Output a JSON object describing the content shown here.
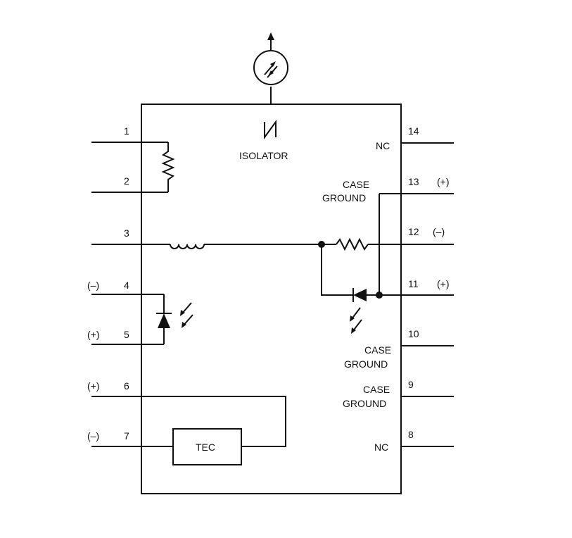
{
  "pins": [
    {
      "number": "1"
    },
    {
      "number": "2"
    },
    {
      "number": "3"
    },
    {
      "number": "4",
      "polarity": "(–)"
    },
    {
      "number": "5",
      "polarity": "(+)"
    },
    {
      "number": "6",
      "polarity": "(+)"
    },
    {
      "number": "7",
      "polarity": "(–)"
    },
    {
      "number": "8",
      "label": "NC"
    },
    {
      "number": "9",
      "label": [
        "CASE",
        "GROUND"
      ]
    },
    {
      "number": "10",
      "label": [
        "CASE",
        "GROUND"
      ]
    },
    {
      "number": "11",
      "polarity": "(+)"
    },
    {
      "number": "12",
      "polarity": "(–)"
    },
    {
      "number": "13",
      "polarity": "(+)",
      "label": [
        "CASE",
        "GROUND"
      ]
    },
    {
      "number": "14",
      "label": "NC"
    }
  ],
  "components": {
    "isolator": "ISOLATOR",
    "tec": "TEC"
  }
}
